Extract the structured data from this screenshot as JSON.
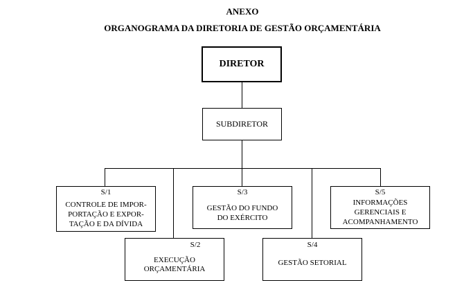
{
  "header": {
    "line1": "ANEXO",
    "line2": "ORGANOGRAMA DA DIRETORIA DE GESTÃO ORÇAMENTÁRIA"
  },
  "director": {
    "label": "DIRETOR"
  },
  "subdirector": {
    "label": "SUBDIRETOR"
  },
  "sections": {
    "s1": {
      "code": "S/1",
      "lines": [
        "CONTROLE DE IMPOR-",
        "PORTAÇÃO E EXPOR-",
        "TAÇÃO  E DA DÍVIDA"
      ]
    },
    "s2": {
      "code": "S/2",
      "lines": [
        "EXECUÇÃO",
        "ORÇAMENTÁRIA"
      ]
    },
    "s3": {
      "code": "S/3",
      "lines": [
        "GESTÃO DO FUNDO",
        "DO   EXÉRCITO"
      ]
    },
    "s4": {
      "code": "S/4",
      "lines": [
        "GESTÃO SETORIAL"
      ]
    },
    "s5": {
      "code": "S/5",
      "lines": [
        "INFORMAÇÕES",
        "GERENCIAIS  E",
        "ACOMPANHAMENTO"
      ]
    }
  }
}
